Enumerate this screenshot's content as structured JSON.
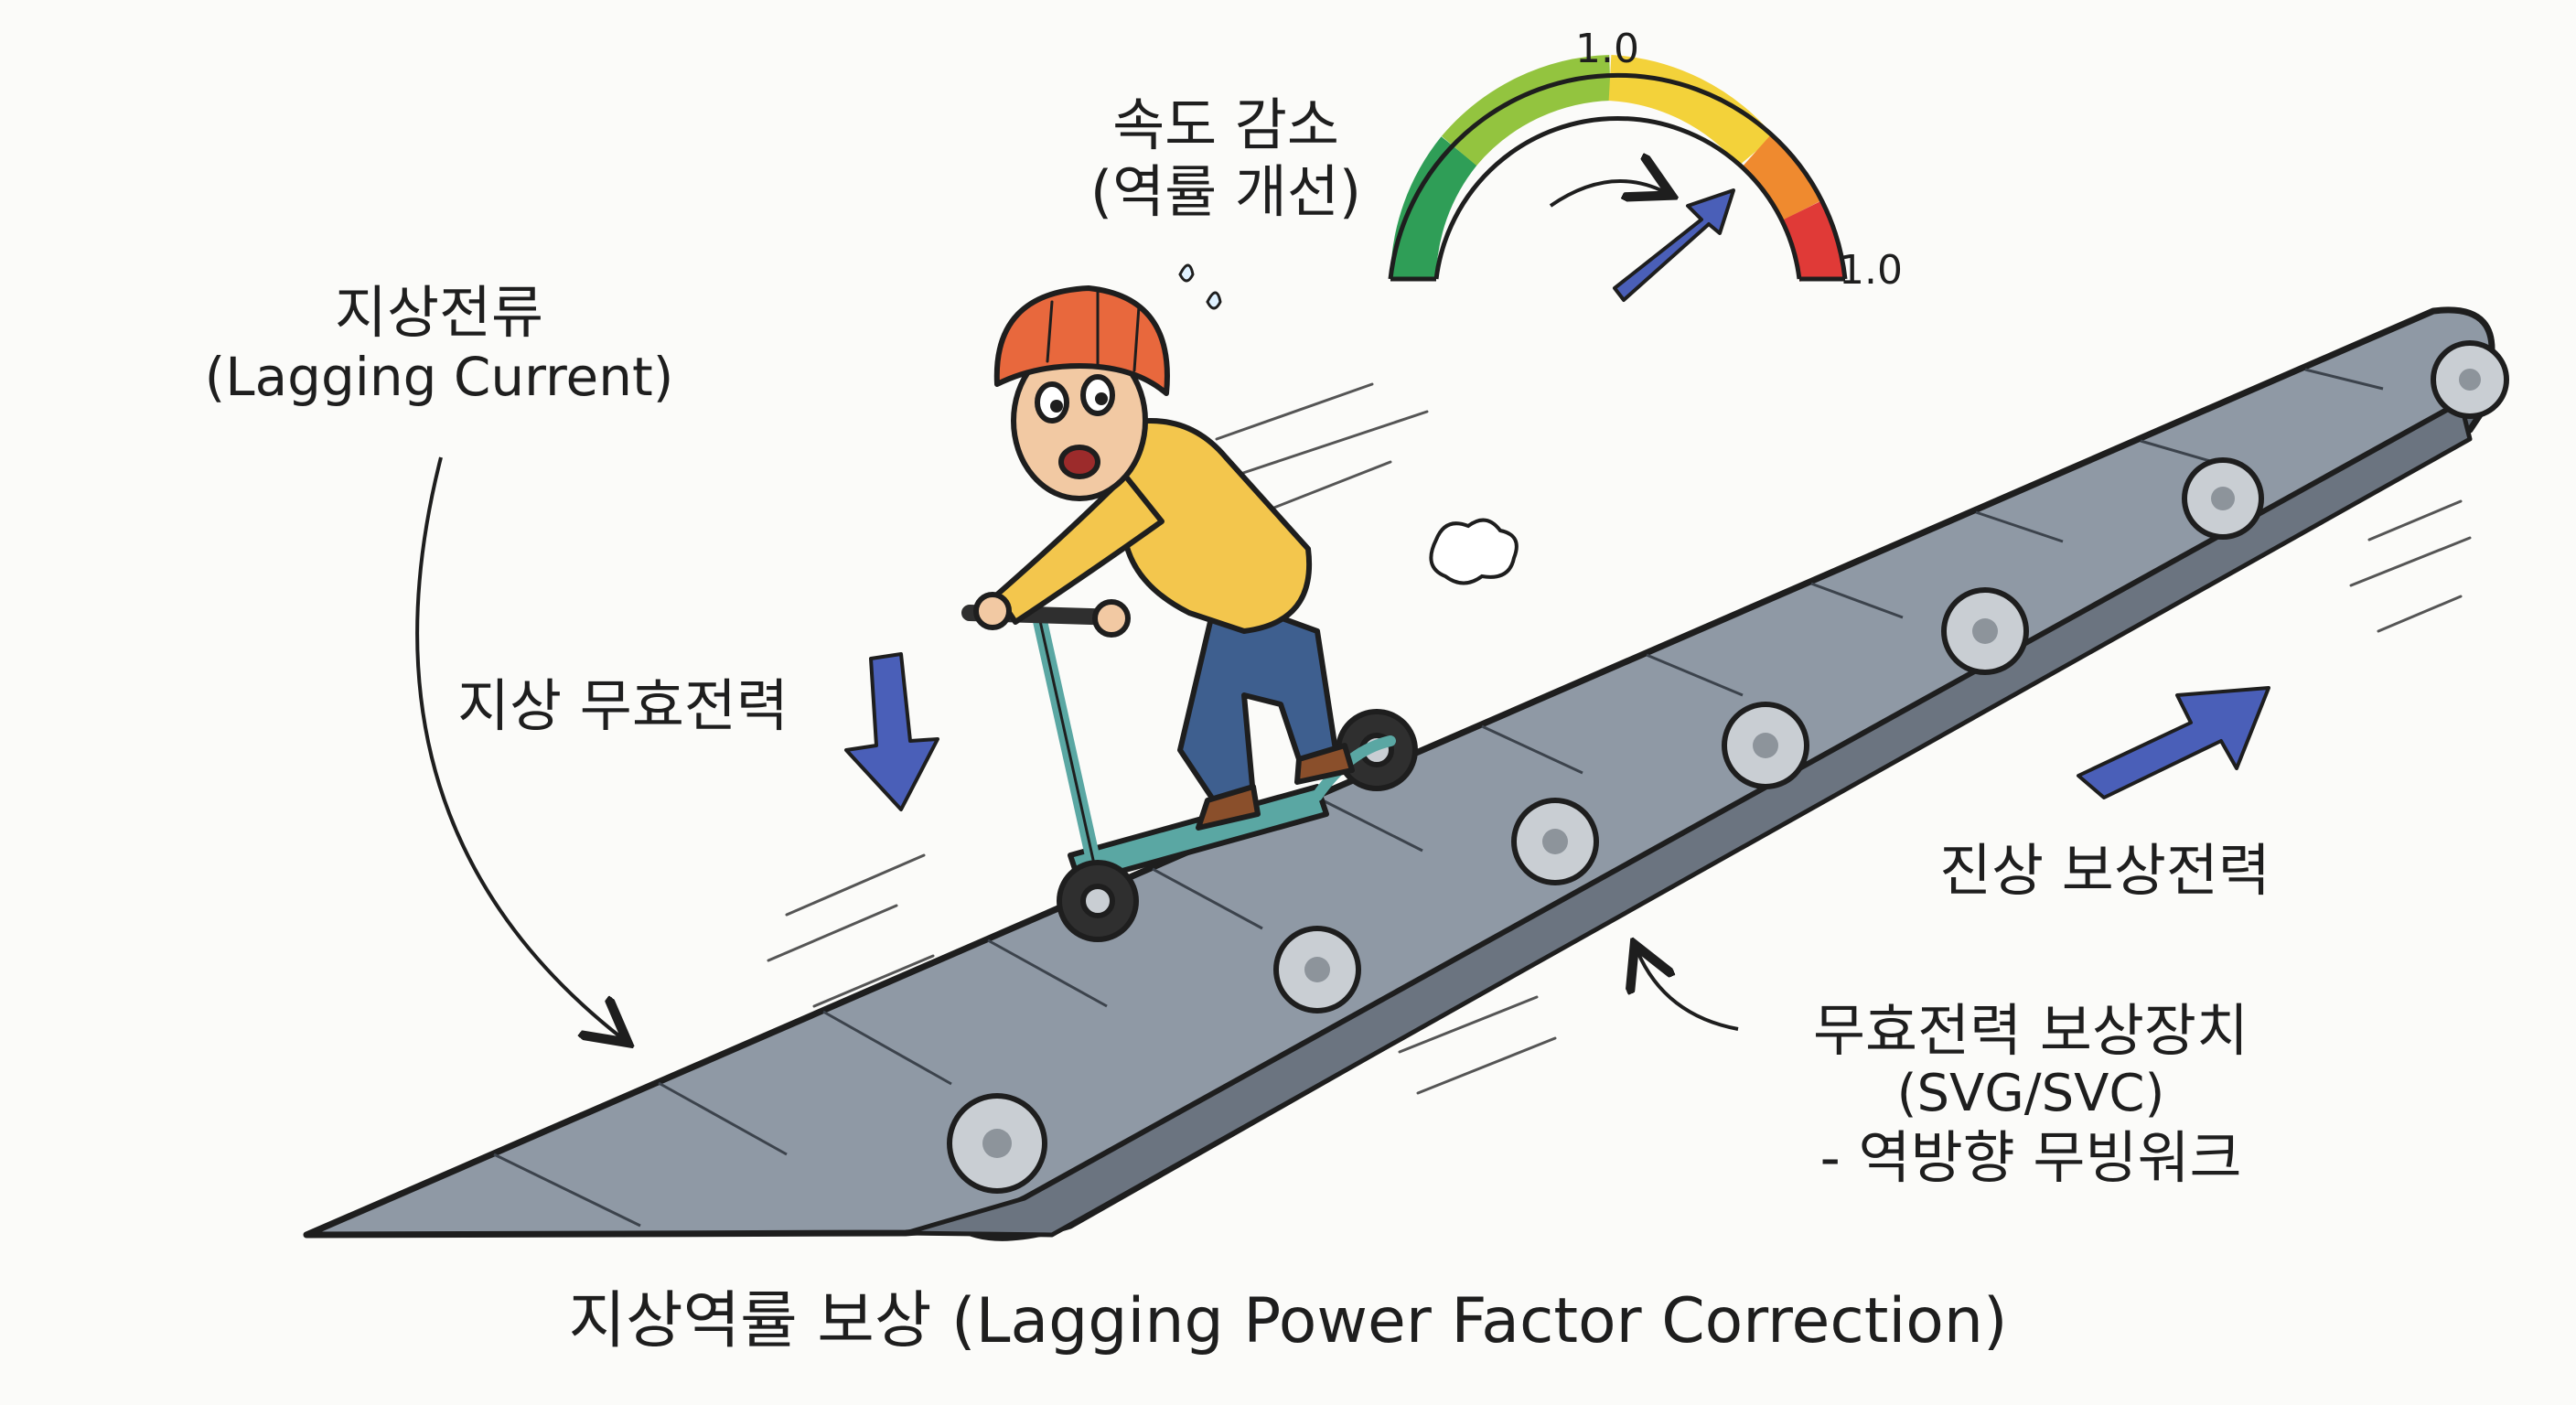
{
  "labels": {
    "lagging_current": {
      "ko": "지상전류",
      "en": "(Lagging Current)"
    },
    "lagging_reactive": "지상 무효전력",
    "speed_reduction": {
      "ko": "속도 감소",
      "paren": "(역률 개선)"
    },
    "gauge_top": "1.0",
    "gauge_right": "1.0",
    "leading_compensation": "진상 보상전력",
    "compensator": {
      "ko": "무효전력 보상장치",
      "model": "(SVG/SVC)",
      "desc": "- 역방향 무빙워크"
    },
    "title": "지상역률 보상 (Lagging Power Factor Correction)"
  },
  "gauge": {
    "colors": [
      "#2f9e57",
      "#93c43f",
      "#f3d23a",
      "#ef8a2f",
      "#e03a37"
    ]
  },
  "colors": {
    "arrow_blue": "#4a5fb8",
    "belt": "#8f99a5",
    "belt_dark": "#5f6873",
    "jacket": "#f3c64d",
    "helmet": "#e8683d",
    "pants": "#3e5f8f",
    "scooter": "#5aa7a3"
  },
  "icons": [
    "down-arrow-icon",
    "up-right-arrow-icon",
    "gauge-icon",
    "gauge-needle-icon",
    "curved-arrow-icon",
    "speed-lines-icon",
    "dust-puff-icon"
  ]
}
